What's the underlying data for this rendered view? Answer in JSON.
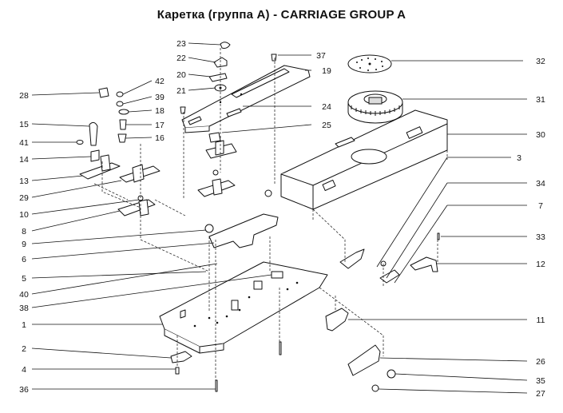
{
  "title": "Каретка (группа А) - CARRIAGE GROUP A",
  "callouts": [
    "1",
    "2",
    "3",
    "4",
    "5",
    "6",
    "7",
    "8",
    "9",
    "10",
    "11",
    "12",
    "13",
    "14",
    "15",
    "16",
    "17",
    "18",
    "19",
    "20",
    "21",
    "22",
    "23",
    "24",
    "25",
    "26",
    "27",
    "28",
    "29",
    "30",
    "31",
    "32",
    "33",
    "34",
    "35",
    "36",
    "37",
    "38",
    "39",
    "40",
    "41",
    "42"
  ]
}
